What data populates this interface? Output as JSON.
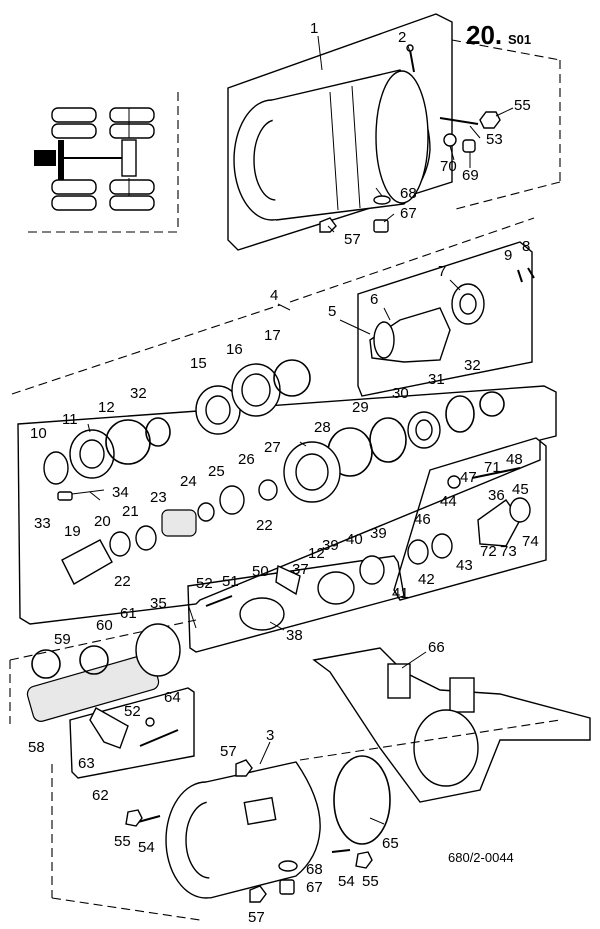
{
  "header": {
    "section_number": "20.",
    "section_suffix": "S01"
  },
  "reference": "680/2-0044",
  "callouts": [
    {
      "id": "c1",
      "text": "1"
    },
    {
      "id": "c2",
      "text": "2"
    },
    {
      "id": "c55a",
      "text": "55"
    },
    {
      "id": "c53",
      "text": "53"
    },
    {
      "id": "c70",
      "text": "70"
    },
    {
      "id": "c69",
      "text": "69"
    },
    {
      "id": "c68a",
      "text": "68"
    },
    {
      "id": "c67a",
      "text": "67"
    },
    {
      "id": "c57a",
      "text": "57"
    },
    {
      "id": "c9",
      "text": "9"
    },
    {
      "id": "c8",
      "text": "8"
    },
    {
      "id": "c4",
      "text": "4"
    },
    {
      "id": "c7",
      "text": "7"
    },
    {
      "id": "c6",
      "text": "6"
    },
    {
      "id": "c5",
      "text": "5"
    },
    {
      "id": "c17",
      "text": "17"
    },
    {
      "id": "c16",
      "text": "16"
    },
    {
      "id": "c15",
      "text": "15"
    },
    {
      "id": "c32a",
      "text": "32"
    },
    {
      "id": "c12a",
      "text": "12"
    },
    {
      "id": "c11",
      "text": "11"
    },
    {
      "id": "c10",
      "text": "10"
    },
    {
      "id": "c31",
      "text": "31"
    },
    {
      "id": "c32b",
      "text": "32"
    },
    {
      "id": "c30",
      "text": "30"
    },
    {
      "id": "c29",
      "text": "29"
    },
    {
      "id": "c28",
      "text": "28"
    },
    {
      "id": "c27",
      "text": "27"
    },
    {
      "id": "c26",
      "text": "26"
    },
    {
      "id": "c25",
      "text": "25"
    },
    {
      "id": "c24",
      "text": "24"
    },
    {
      "id": "c23",
      "text": "23"
    },
    {
      "id": "c22a",
      "text": "22"
    },
    {
      "id": "c34",
      "text": "34"
    },
    {
      "id": "c33",
      "text": "33"
    },
    {
      "id": "c19",
      "text": "19"
    },
    {
      "id": "c20",
      "text": "20"
    },
    {
      "id": "c21",
      "text": "21"
    },
    {
      "id": "c22b",
      "text": "22"
    },
    {
      "id": "c48",
      "text": "48"
    },
    {
      "id": "c71",
      "text": "71"
    },
    {
      "id": "c47",
      "text": "47"
    },
    {
      "id": "c44",
      "text": "44"
    },
    {
      "id": "c36",
      "text": "36"
    },
    {
      "id": "c45",
      "text": "45"
    },
    {
      "id": "c46",
      "text": "46"
    },
    {
      "id": "c40",
      "text": "40"
    },
    {
      "id": "c39a",
      "text": "39"
    },
    {
      "id": "c72",
      "text": "72"
    },
    {
      "id": "c73",
      "text": "73"
    },
    {
      "id": "c74",
      "text": "74"
    },
    {
      "id": "c43",
      "text": "43"
    },
    {
      "id": "c42",
      "text": "42"
    },
    {
      "id": "c41",
      "text": "41"
    },
    {
      "id": "c39b",
      "text": "39"
    },
    {
      "id": "c12b",
      "text": "12"
    },
    {
      "id": "c37",
      "text": "37"
    },
    {
      "id": "c50",
      "text": "50"
    },
    {
      "id": "c51",
      "text": "51"
    },
    {
      "id": "c52a",
      "text": "52"
    },
    {
      "id": "c35",
      "text": "35"
    },
    {
      "id": "c38",
      "text": "38"
    },
    {
      "id": "c61",
      "text": "61"
    },
    {
      "id": "c60",
      "text": "60"
    },
    {
      "id": "c59",
      "text": "59"
    },
    {
      "id": "c58",
      "text": "58"
    },
    {
      "id": "c64",
      "text": "64"
    },
    {
      "id": "c52b",
      "text": "52"
    },
    {
      "id": "c63",
      "text": "63"
    },
    {
      "id": "c62",
      "text": "62"
    },
    {
      "id": "c66",
      "text": "66"
    },
    {
      "id": "c57b",
      "text": "57"
    },
    {
      "id": "c3",
      "text": "3"
    },
    {
      "id": "c65",
      "text": "65"
    },
    {
      "id": "c55b",
      "text": "55"
    },
    {
      "id": "c54a",
      "text": "54"
    },
    {
      "id": "c68b",
      "text": "68"
    },
    {
      "id": "c67b",
      "text": "67"
    },
    {
      "id": "c54b",
      "text": "54"
    },
    {
      "id": "c55c",
      "text": "55"
    },
    {
      "id": "c57c",
      "text": "57"
    }
  ]
}
